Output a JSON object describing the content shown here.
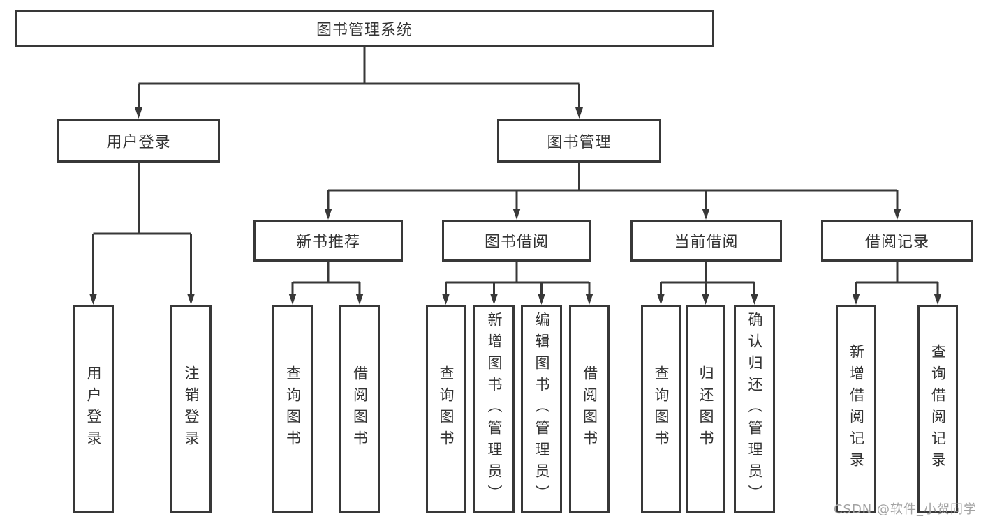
{
  "diagram": {
    "root": "图书管理系统",
    "level2": [
      {
        "label": "用户登录",
        "leaves": [
          "用户登录",
          "注销登录"
        ]
      },
      {
        "label": "图书管理",
        "children": [
          {
            "label": "新书推荐",
            "leaves": [
              "查询图书",
              "借阅图书"
            ]
          },
          {
            "label": "图书借阅",
            "leaves": [
              "查询图书",
              "新增图书（管理员）",
              "编辑图书（管理员）",
              "借阅图书"
            ]
          },
          {
            "label": "当前借阅",
            "leaves": [
              "查询图书",
              "归还图书",
              "确认归还（管理员）"
            ]
          },
          {
            "label": "借阅记录",
            "leaves": [
              "新增借阅记录",
              "查询借阅记录"
            ]
          }
        ]
      }
    ]
  },
  "watermark": {
    "text": "CSDN @软件_小贺同学"
  },
  "colors": {
    "line": "#383838",
    "box_border": "#383838",
    "box_fill": "#ffffff",
    "text": "#333333",
    "watermark_text": "#a2a2a2",
    "background": "#ffffff"
  }
}
